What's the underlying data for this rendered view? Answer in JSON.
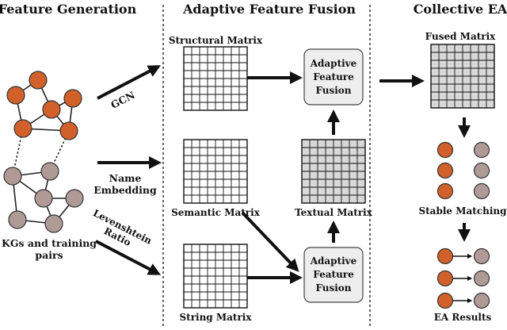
{
  "headings": {
    "feature_generation": "Feature Generation",
    "adaptive_fusion": "Adaptive Feature Fusion",
    "collective_ea": "Collective EA"
  },
  "labels": {
    "kgs_line1": "KGs and training",
    "kgs_line2": "pairs",
    "gcn": "GCN",
    "name_line1": "Name",
    "name_line2": "Embedding",
    "lev_line1": "Levenshtein",
    "lev_line2": "Ratio",
    "structural_matrix": "Structural Matrix",
    "semantic_matrix": "Semantic Matrix",
    "string_matrix": "String Matrix",
    "textual_matrix": "Textual Matrix",
    "fused_matrix": "Fused Matrix",
    "stable_matching": "Stable Matching",
    "ea_results": "EA Results"
  },
  "fusion_box": {
    "line1": "Adaptive",
    "line2": "Feature",
    "line3": "Fusion"
  },
  "colors": {
    "kg_orange": "#d2602a",
    "kg_gray": "#b09a96",
    "matrix_gray": "#d8d8d8",
    "box_fill": "#eeeeee"
  }
}
